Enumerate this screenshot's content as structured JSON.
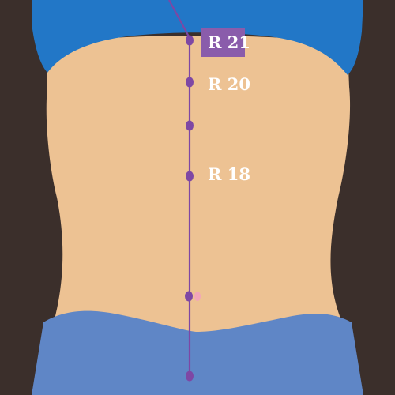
{
  "diagram": {
    "colors": {
      "background": "#3b2f2b",
      "skin": "#edc293",
      "top_garment": "#2277c7",
      "bottom_garment": "#5f86c6",
      "meridian_line": "#7e47a4",
      "highlight_box": "#8a5cab",
      "navel_marker": "#f3a6b8",
      "label_text": "#ffffff"
    },
    "points": {
      "r21": {
        "label": "R 21",
        "highlighted": true
      },
      "r20": {
        "label": "R 20",
        "highlighted": false
      },
      "r19": {
        "label": "",
        "highlighted": false
      },
      "r18": {
        "label": "R 18",
        "highlighted": false
      },
      "navel_point": {
        "label": "",
        "highlighted": false
      },
      "bottom_point": {
        "label": "",
        "highlighted": false
      }
    }
  }
}
